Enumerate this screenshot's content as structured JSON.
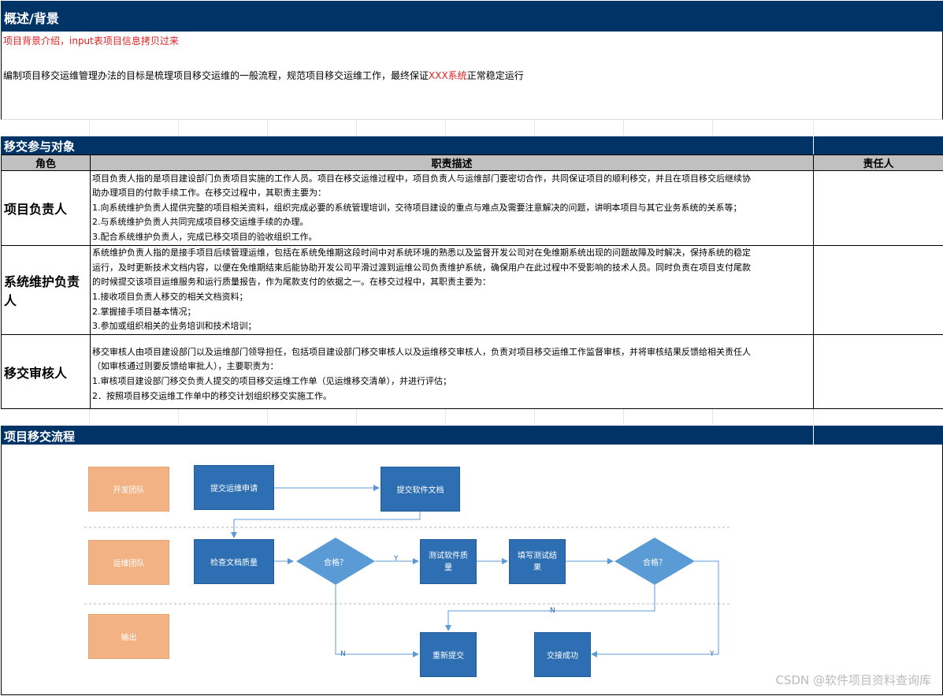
{
  "overview": {
    "header": "概述/背景",
    "note": "项目背景介绍，input表项目信息拷贝过来",
    "goal_prefix": "编制项目移交运维管理办法的目标是梳理项目移交运维的一般流程，规范项目移交运维工作，最终保证",
    "goal_system": "XXX系统",
    "goal_suffix": "正常稳定运行"
  },
  "participants": {
    "header": "移交参与对象",
    "columns": [
      "角色",
      "职责描述",
      "责任人"
    ],
    "rows": [
      {
        "role": "项目负责人",
        "lines": [
          "项目负责人指的是项目建设部门负责项目实施的工作人员。项目在移交运维过程中，项目负责人与运维部门要密切合作，共同保证项目的顺利移交，并且在项目移交后继续协",
          "助办理项目的付款手续工作。在移交过程中，其职责主要为：",
          "1.向系统维护负责人提供完整的项目相关资料，组织完成必要的系统管理培训，交待项目建设的重点与难点及需要注意解决的问题，讲明本项目与其它业务系统的关系等；",
          "2.与系统维护负责人共同完成项目移交运维手续的办理。",
          "3.配合系统维护负责人，完成已移交项目的验收组织工作。"
        ],
        "owner": ""
      },
      {
        "role": "系统维护负责人",
        "lines": [
          "系统维护负责人指的是接手项目后续管理运维，包括在系统免维期这段时间中对系统环境的熟悉以及监督开发公司对在免维期系统出现的问题故障及时解决，保持系统的稳定",
          "运行，及时更新技术文档内容，以便在免维期结束后能协助开发公司平滑过渡到运维公司负责维护系统，确保用户在此过程中不受影响的技术人员。同时负责在项目支付尾款",
          "的时候提交该项目运维服务和运行质量报告，作为尾款支付的依据之一。在移交过程中，其职责主要为：",
          "1.接收项目负责人移交的相关文档资料；",
          "2.掌握接手项目基本情况；",
          "3.参加或组织相关的业务培训和技术培训；"
        ],
        "owner": ""
      },
      {
        "role": "移交审核人",
        "lines": [
          "移交审核人由项目建设部门以及运维部门领导担任，包括项目建设部门移交审核人以及运维移交审核人，负责对项目移交运维工作监督审核，并将审核结果反馈给相关责任人",
          "（如审核通过则要反馈给审批人），主要职责为：",
          "1.审核项目建设部门移交负责人提交的项目移交运维工作单（见运维移交清单），并进行评估；",
          "2．按照项目移交运维工作单中的移交计划组织移交实施工作。"
        ],
        "owner": ""
      }
    ]
  },
  "process": {
    "header": "项目移交流程",
    "lanes": [
      "开发团队",
      "运维团队",
      "输出"
    ],
    "nodes": {
      "submit_request": "提交运维申请",
      "submit_docs": "提交软件文档",
      "check_quality": "检查文档质量",
      "qualified_1": "合格？",
      "test_quality": "测试软件质量",
      "fill_result": "填写测试结果",
      "qualified_2": "合格？",
      "resubmit": "重新提交",
      "handover_success": "交接成功"
    },
    "edge_labels": {
      "yes_1": "Y",
      "no_1": "N",
      "no_2": "N",
      "yes_2": "Y"
    }
  },
  "watermark": "CSDN @软件项目资料查询库",
  "colors": {
    "band": "#003366",
    "accent_red": "#e02020",
    "lane": "#f3b283",
    "box": "#2e6fb3",
    "diamond": "#5b9bd5",
    "arrow": "#5b9bd5"
  }
}
